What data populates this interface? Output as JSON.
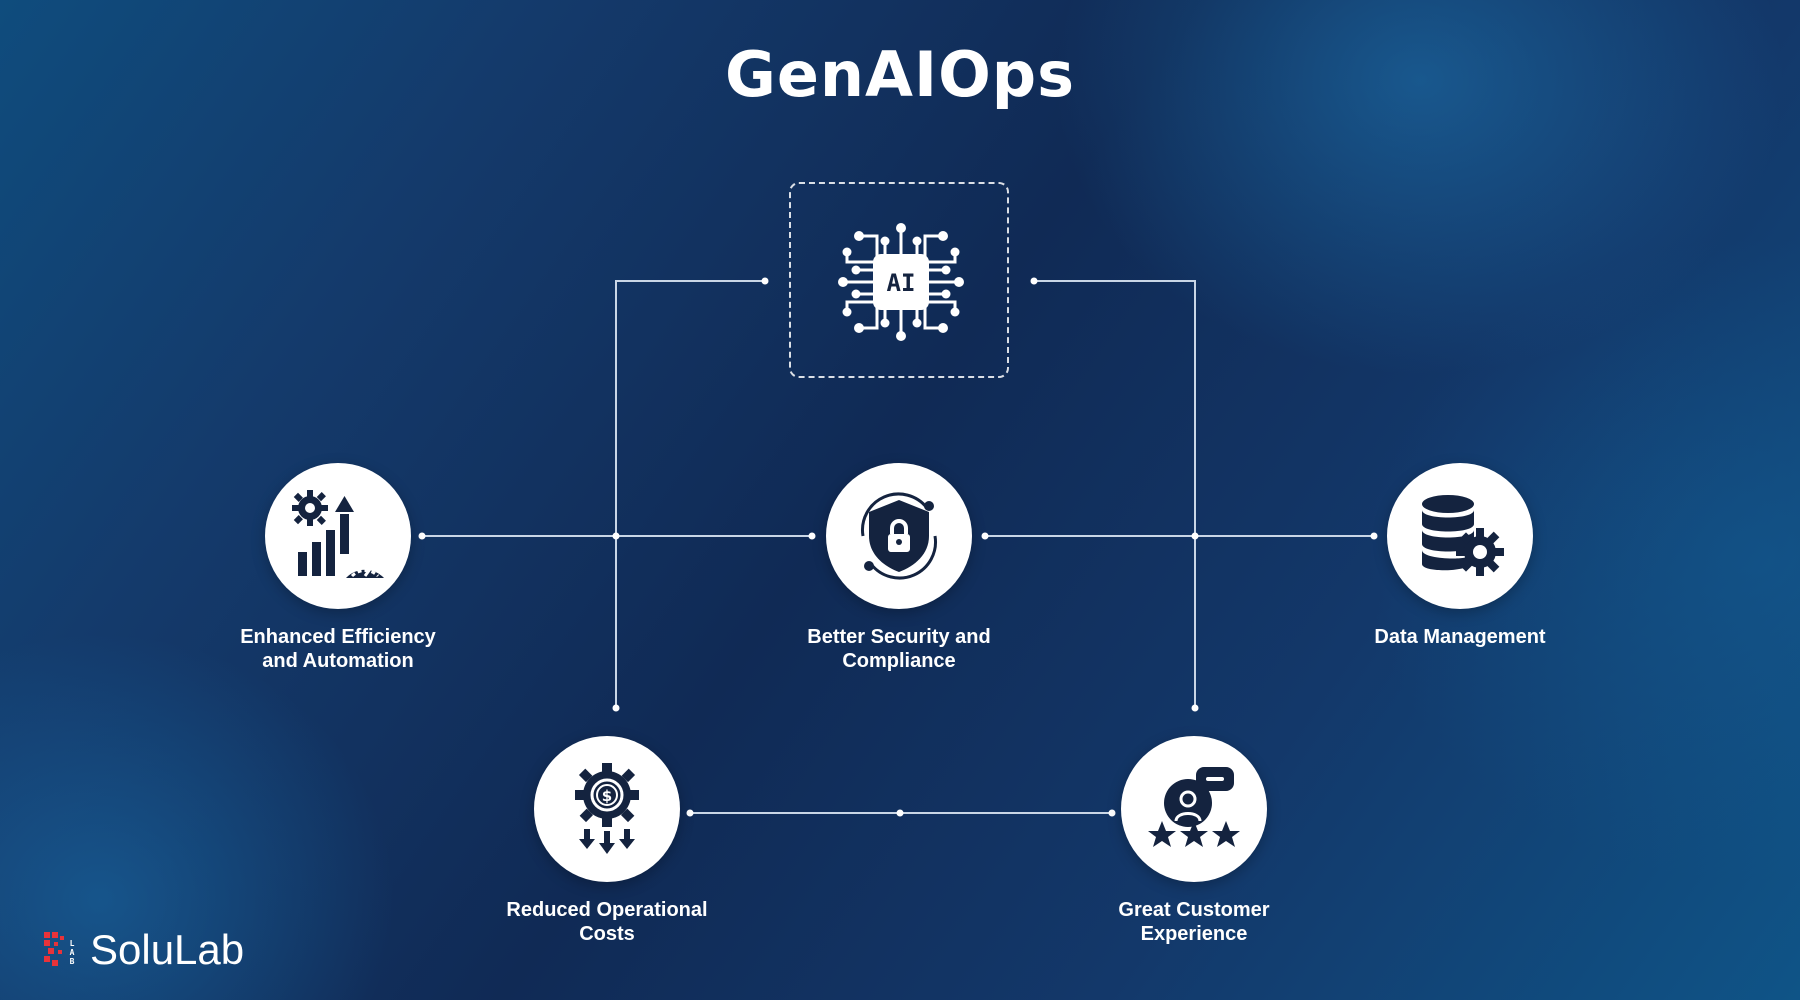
{
  "title": "GenAIOps",
  "center": {
    "chip_text": "AI",
    "icon": "ai-chip-icon"
  },
  "nodes": {
    "efficiency": {
      "line1": "Enhanced Efficiency",
      "line2": "and Automation",
      "icon": "growth-chart-gear-icon"
    },
    "security": {
      "line1": "Better Security and",
      "line2": "Compliance",
      "icon": "security-shield-lock-icon"
    },
    "data": {
      "line1": "Data Management",
      "line2": "",
      "icon": "database-gear-icon"
    },
    "costs": {
      "line1": "Reduced Operational",
      "line2": "Costs",
      "icon": "dollar-gear-icon"
    },
    "customer": {
      "line1": "Great Customer",
      "line2": "Experience",
      "icon": "customer-rating-icon"
    }
  },
  "brand": {
    "name": "SoluLab",
    "mark_text": "LAB"
  },
  "colors": {
    "icon": "#14233f",
    "line": "#c9d6e6",
    "accent": "#e8333a"
  }
}
